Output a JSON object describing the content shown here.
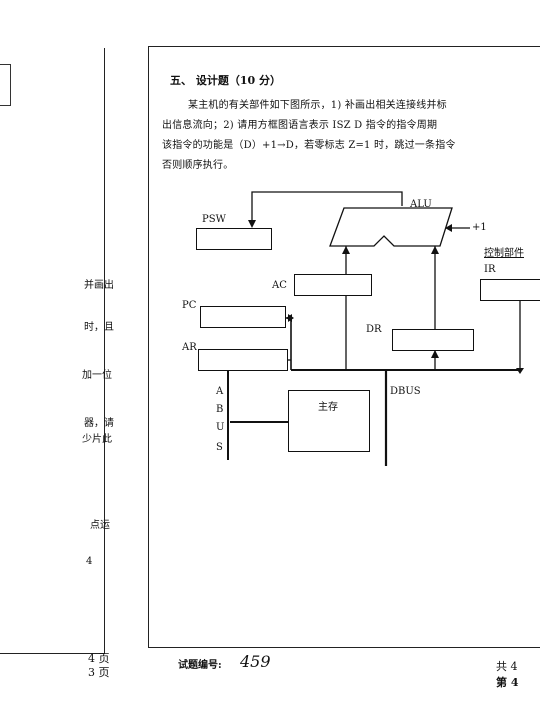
{
  "left_page": {
    "fragments": [
      "并画出",
      "时，且",
      "加一位",
      "器，请",
      "少片此",
      "点运",
      "4"
    ],
    "footer": {
      "total_label": "4 页",
      "current_label": "3 页"
    }
  },
  "right_page": {
    "question": {
      "title": "五、  设计题（10 分）",
      "lines": [
        "某主机的有关部件如下图所示，1) 补画出相关连接线并标",
        "出信息流向；2) 请用方框图语言表示 ISZ  D 指令的指令周期",
        "该指令的功能是（D）+1→D，若零标志 Z=1 时，跳过一条指令",
        "否则顺序执行。"
      ]
    },
    "diagram": {
      "psw": "PSW",
      "alu": "ALU",
      "alu_input": "+1",
      "control_unit": "控制部件",
      "ir": "IR",
      "ac": "AC",
      "pc": "PC",
      "dr": "DR",
      "ar": "AR",
      "abus": [
        "A",
        "B",
        "U",
        "S"
      ],
      "dbus": "DBUS",
      "memory": "主存"
    },
    "footer": {
      "code_label": "试题编号:",
      "code_value": "459",
      "total_label": "共 4",
      "current_label": "第 4"
    }
  }
}
